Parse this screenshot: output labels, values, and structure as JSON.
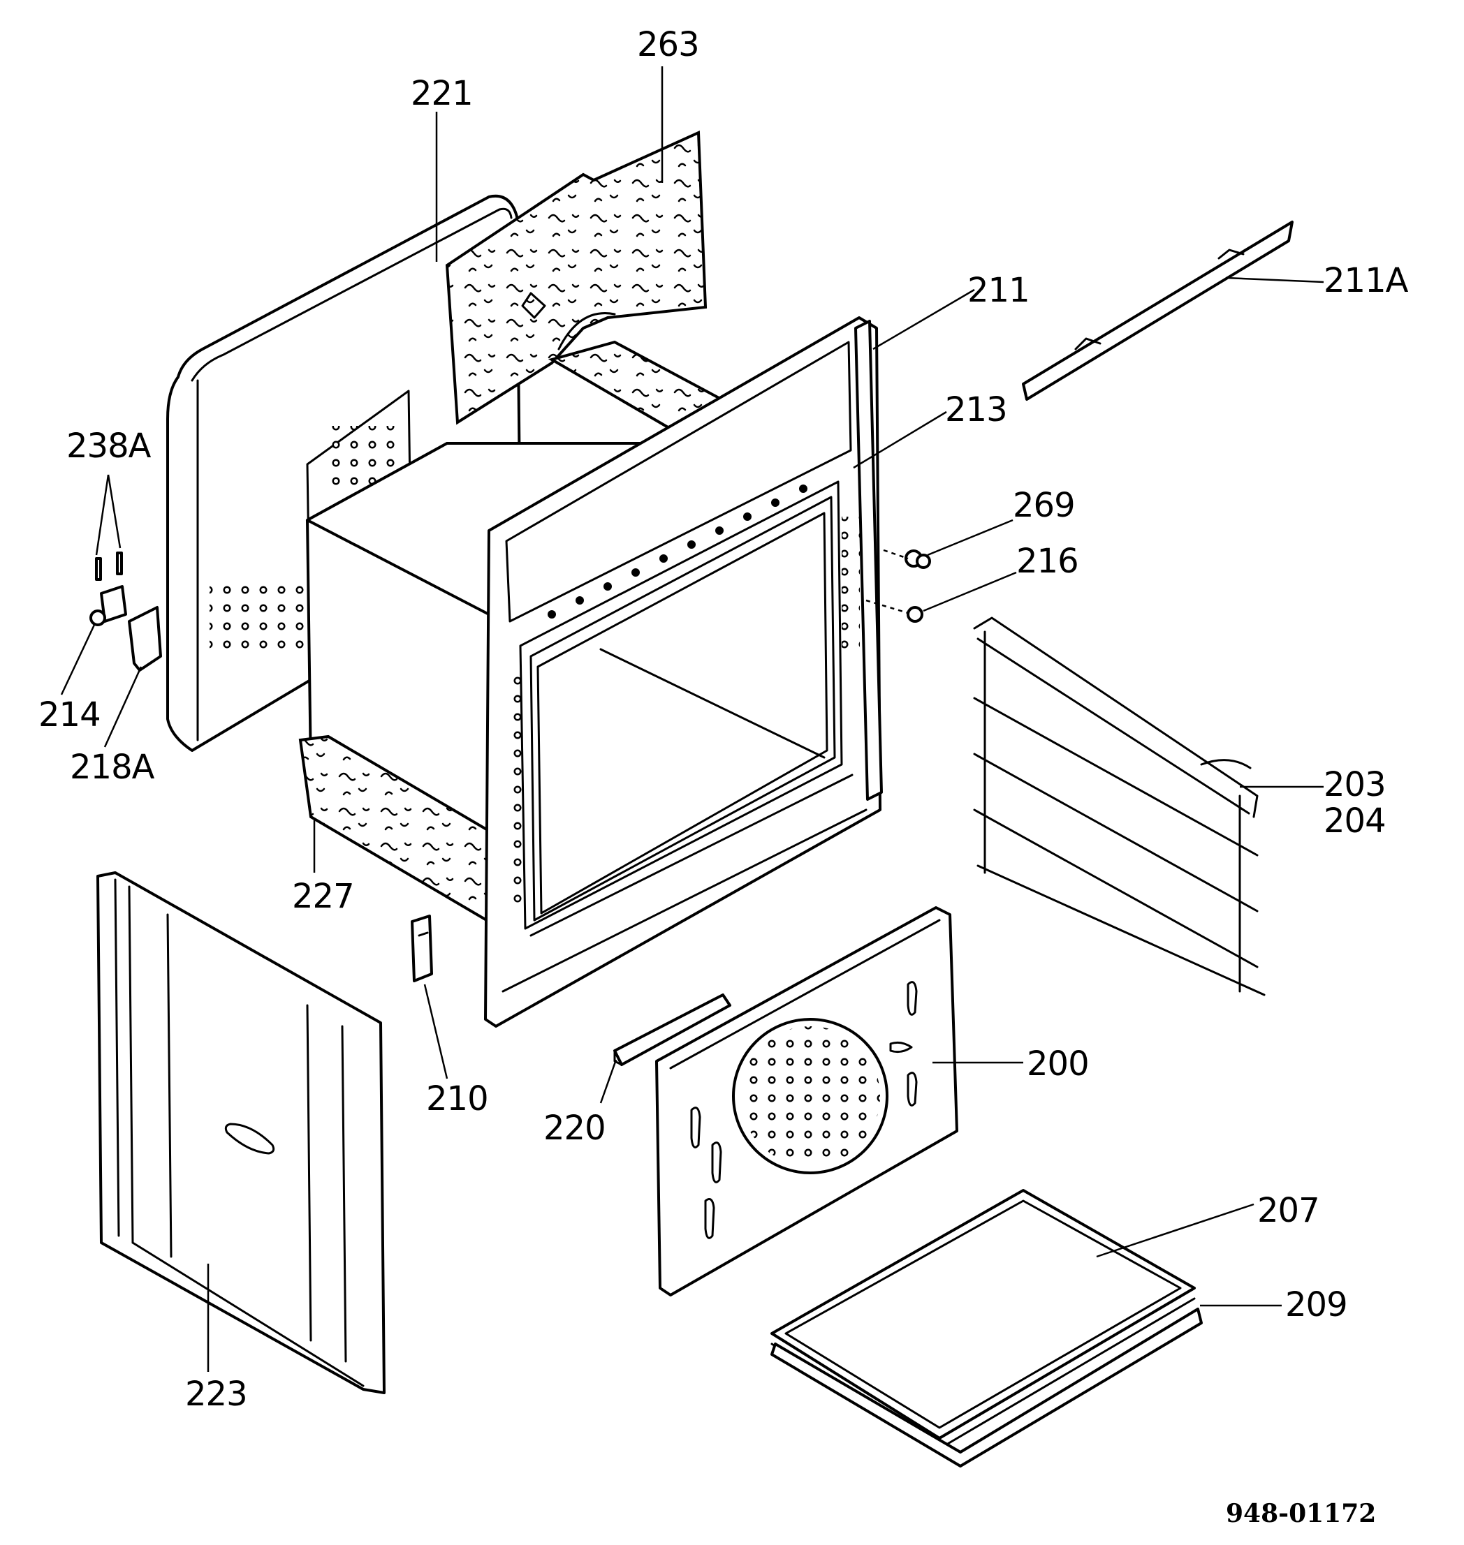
{
  "labels": {
    "p263": "263",
    "p221": "221",
    "p211": "211",
    "p211A": "211A",
    "p213": "213",
    "p269": "269",
    "p216": "216",
    "p238A": "238A",
    "p214": "214",
    "p218A": "218A",
    "p203": "203",
    "p204": "204",
    "p227": "227",
    "p210": "210",
    "p220": "220",
    "p200": "200",
    "p207": "207",
    "p209": "209",
    "p223": "223"
  },
  "drawing_ref": "948-01172"
}
